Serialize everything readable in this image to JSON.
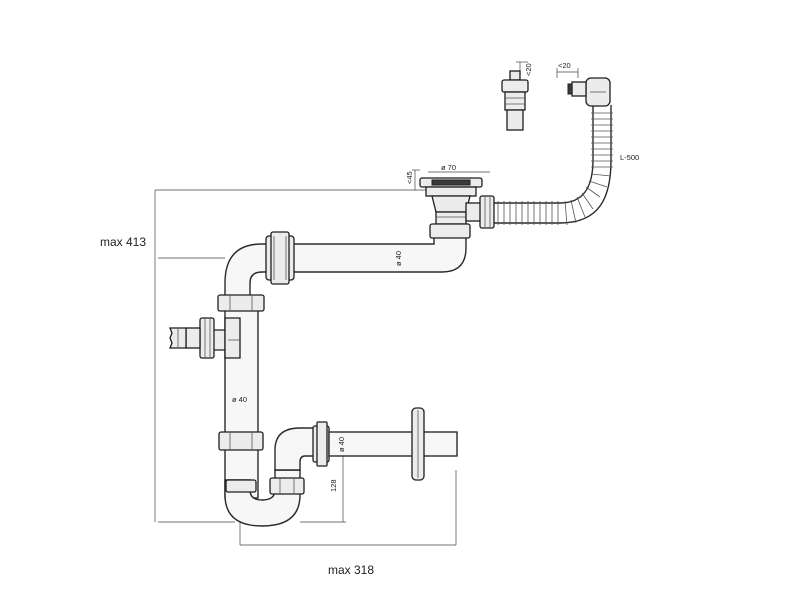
{
  "dimensions": {
    "height_label": "max 413",
    "width_label": "max 318",
    "hose_length": "L-500",
    "sink_outlet_diameter": "ø 70",
    "outlet_height": "<45",
    "overflow_plug_height": "<20",
    "overflow_head_height": "<20",
    "horizontal_pipe_diameter": "ø 40",
    "vertical_pipe_diameter": "ø 40",
    "outlet_pipe_diameter": "ø 40",
    "trap_depth": "128"
  }
}
